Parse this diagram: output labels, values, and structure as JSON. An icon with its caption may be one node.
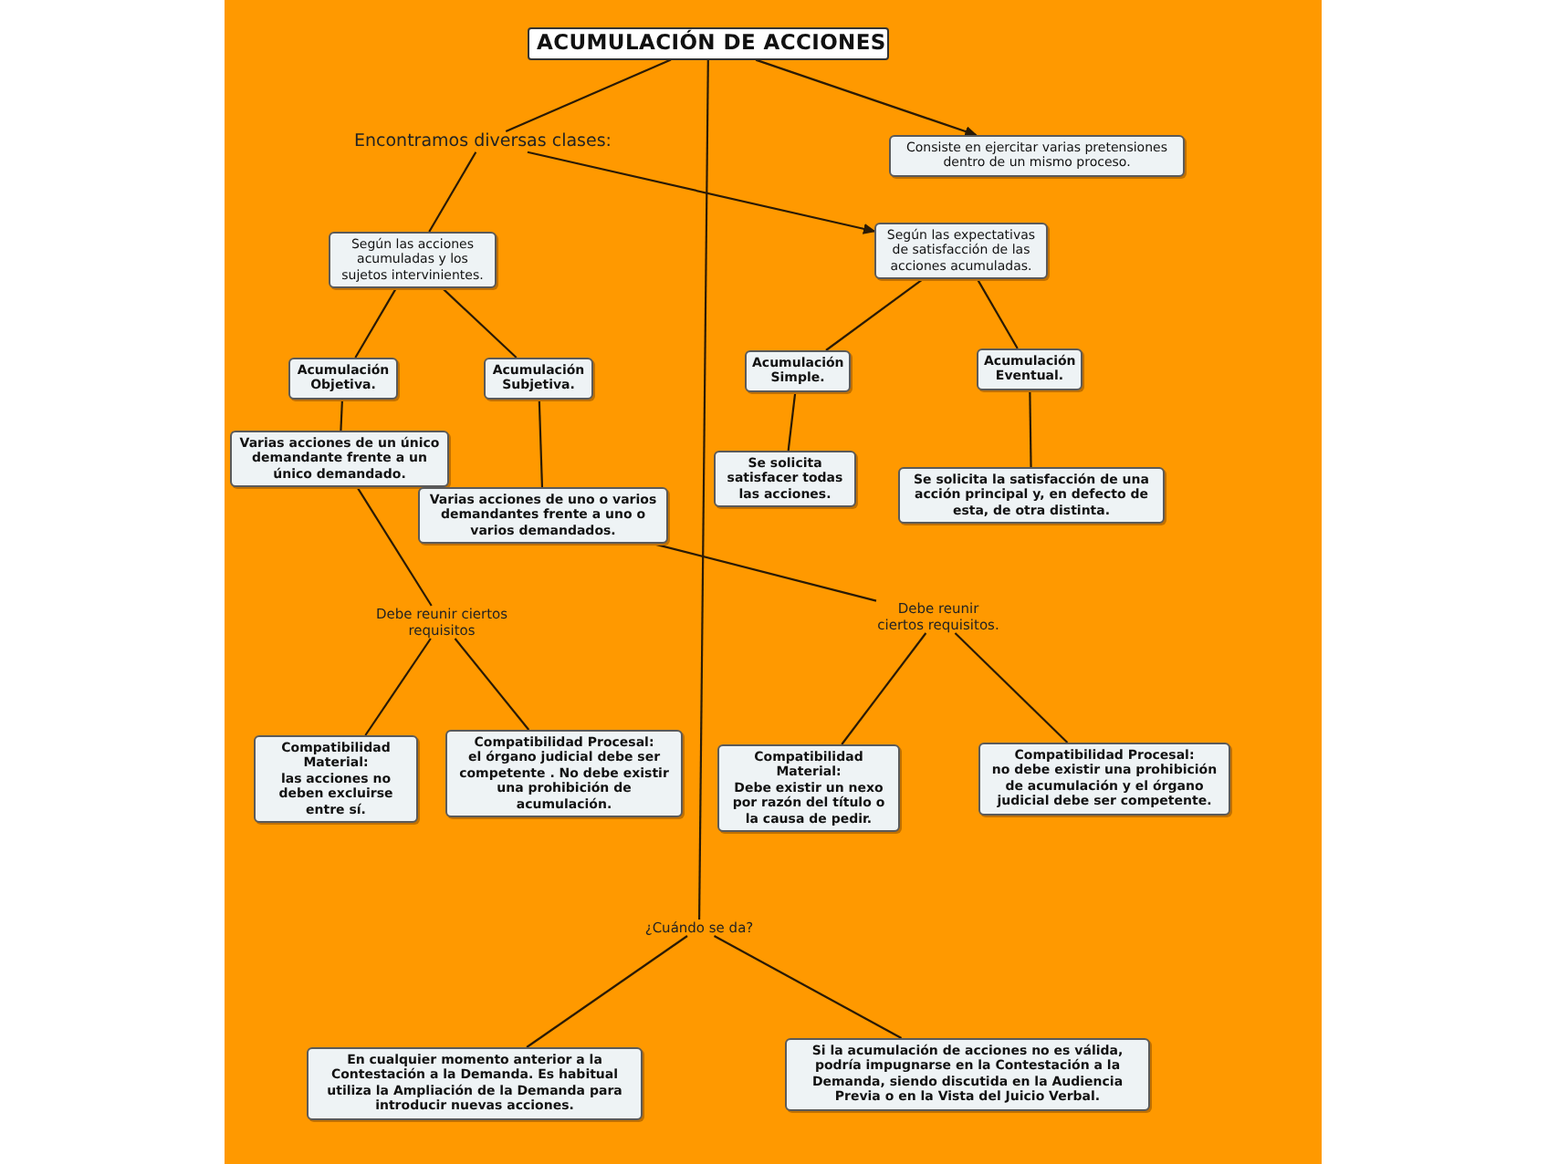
{
  "diagram": {
    "nodes": [
      {
        "text": [
          "ACUMULACIÓN DE ACCIONES"
        ]
      },
      {
        "text": [
          "Encontramos diversas clases:"
        ]
      },
      {
        "text": [
          "Consiste en ejercitar varias pretensiones dentro de un mismo proceso."
        ]
      },
      {
        "text": [
          "Según las acciones acumuladas y los sujetos intervinientes."
        ]
      },
      {
        "text": [
          "Según las expectativas de satisfacción de las acciones acumuladas."
        ]
      },
      {
        "text": [
          "Acumulación Objetiva."
        ]
      },
      {
        "text": [
          "Acumulación Subjetiva."
        ]
      },
      {
        "text": [
          "Acumulación Simple."
        ]
      },
      {
        "text": [
          "Acumulación Eventual."
        ]
      },
      {
        "text": [
          "Varias acciones de un único demandante frente a un único demandado."
        ]
      },
      {
        "text": [
          "Varias acciones de uno o varios demandantes frente a uno o varios demandados."
        ]
      },
      {
        "text": [
          "Se solicita satisfacer todas las acciones."
        ]
      },
      {
        "text": [
          "Se solicita la satisfacción de una acción principal y, en defecto de esta, de otra distinta."
        ]
      },
      {
        "text": [
          "Debe reunir ciertos requisitos"
        ]
      },
      {
        "text": [
          "Debe reunir ciertos requisitos."
        ]
      },
      {
        "text": [
          "Compatibilidad Material:",
          "las acciones no deben excluirse entre sí."
        ]
      },
      {
        "text": [
          "Compatibilidad Procesal:",
          "el órgano judicial debe ser competente . No debe existir una prohibición de acumulación."
        ]
      },
      {
        "text": [
          "Compatibilidad Material:",
          "Debe existir un nexo por razón del título o la causa de pedir."
        ]
      },
      {
        "text": [
          "Compatibilidad Procesal:",
          "no debe existir una prohibición de acumulación y el órgano judicial debe ser competente."
        ]
      },
      {
        "text": [
          "¿Cuándo se da?"
        ]
      },
      {
        "text": [
          "En cualquier momento anterior a la Contestación a la Demanda. Es habitual utiliza la Ampliación de la Demanda para introducir nuevas acciones."
        ]
      },
      {
        "text": [
          "Si la acumulación de acciones no es válida, podría impugnarse en la Contestación a la Demanda, siendo discutida en la Audiencia Previa o en la Vista del Juicio Verbal."
        ]
      }
    ],
    "edges": [
      {
        "from": 0,
        "to": 1,
        "arrow": "none"
      },
      {
        "from": 0,
        "to": 2,
        "arrow": "to"
      },
      {
        "from": 0,
        "to": 19,
        "arrow": "none"
      },
      {
        "from": 1,
        "to": 3,
        "arrow": "none"
      },
      {
        "from": 1,
        "to": 4,
        "arrow": "to"
      },
      {
        "from": 3,
        "to": 5,
        "arrow": "none"
      },
      {
        "from": 3,
        "to": 6,
        "arrow": "none"
      },
      {
        "from": 4,
        "to": 7,
        "arrow": "none"
      },
      {
        "from": 4,
        "to": 8,
        "arrow": "none"
      },
      {
        "from": 5,
        "to": 9,
        "arrow": "none"
      },
      {
        "from": 6,
        "to": 10,
        "arrow": "none"
      },
      {
        "from": 7,
        "to": 11,
        "arrow": "none"
      },
      {
        "from": 8,
        "to": 12,
        "arrow": "none"
      },
      {
        "from": 9,
        "to": 13,
        "arrow": "none"
      },
      {
        "from": 10,
        "to": 14,
        "arrow": "none"
      },
      {
        "from": 13,
        "to": 15,
        "arrow": "none"
      },
      {
        "from": 13,
        "to": 16,
        "arrow": "none"
      },
      {
        "from": 14,
        "to": 17,
        "arrow": "none"
      },
      {
        "from": 14,
        "to": 18,
        "arrow": "none"
      },
      {
        "from": 19,
        "to": 20,
        "arrow": "none"
      },
      {
        "from": 19,
        "to": 21,
        "arrow": "none"
      }
    ]
  }
}
